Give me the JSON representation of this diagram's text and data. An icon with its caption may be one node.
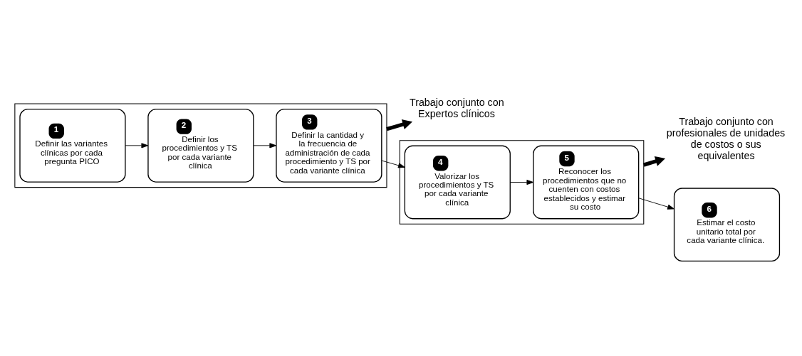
{
  "diagram": {
    "nodes": [
      {
        "text": [],
        "shape": "box"
      },
      {
        "text": [
          "1",
          "Definir las variantes clínicas por cada pregunta PICO"
        ],
        "in": 0
      },
      {
        "text": [
          "2",
          "Definir los procedimientos y TS por cada variante clínica"
        ],
        "in": 0
      },
      {
        "text": [
          "3",
          "Definir la cantidad y la frecuencia de administración de cada procedimiento y TS por cada variante clínica"
        ],
        "in": 0
      },
      {
        "text": [
          "Trabajo conjunto con Expertos clínicos"
        ]
      },
      {
        "text": [
          "Trabajo conjunto con profesionales de unidades de costos o sus equivalentes"
        ]
      },
      {
        "text": [],
        "shape": "box"
      },
      {
        "text": [
          "4",
          "Valorizar los procedimientos y TS por cada variante clínica"
        ],
        "in": 6
      },
      {
        "text": [
          "5",
          "Reconocer los procedimientos que no cuenten con costos establecidos y estimar su costo"
        ],
        "in": 6
      },
      {
        "text": [
          "6",
          "Estimar el costo unitario total por cada variante clínica."
        ]
      }
    ],
    "edges": [
      {
        "from": 1,
        "to": 2,
        "arrow": "to"
      },
      {
        "from": 2,
        "to": 3,
        "arrow": "to"
      },
      {
        "from": 3,
        "to": 7,
        "arrow": "to"
      },
      {
        "from": 7,
        "to": 8,
        "arrow": "to"
      },
      {
        "from": 8,
        "to": 9,
        "arrow": "to"
      },
      {
        "from": 0,
        "to": 4,
        "arrow": "to",
        "style": "thick"
      },
      {
        "from": 6,
        "to": 5,
        "arrow": "to",
        "style": "thick"
      }
    ]
  }
}
